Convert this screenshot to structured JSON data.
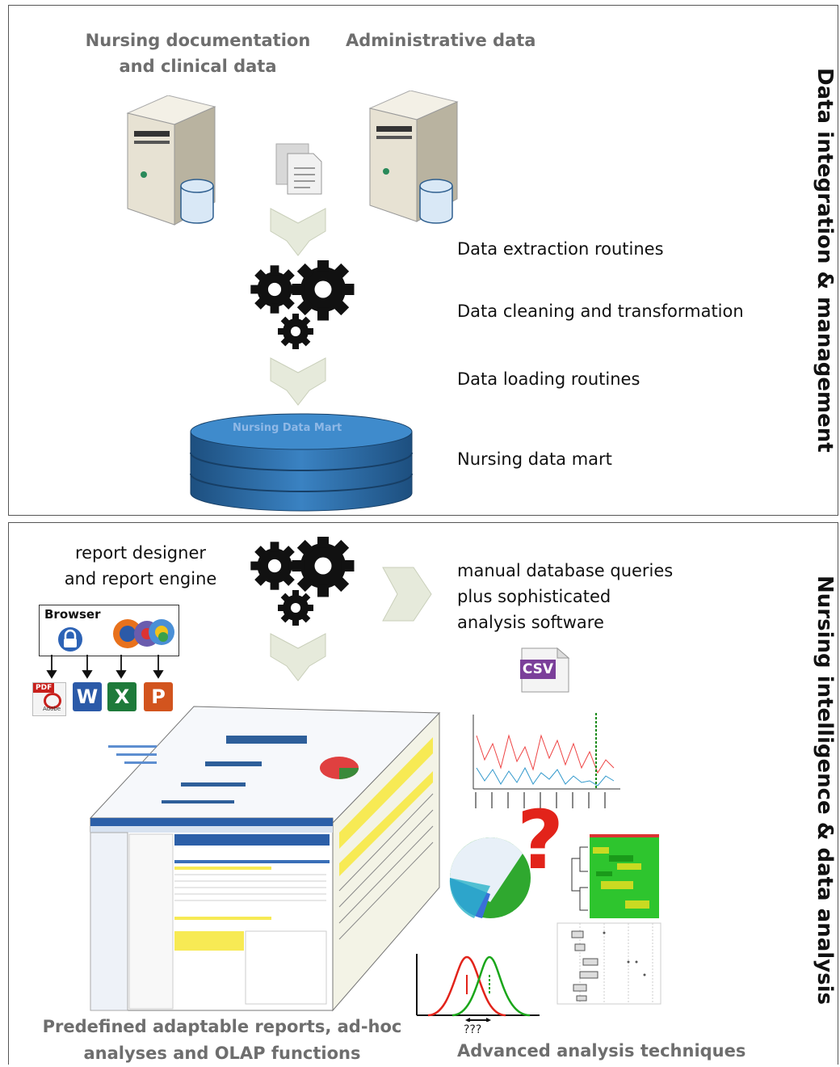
{
  "top_panel": {
    "source1_line1": "Nursing documentation",
    "source1_line2": "and clinical data",
    "source2": "Administrative data",
    "step_extraction": "Data extraction routines",
    "step_cleaning": "Data cleaning and transformation",
    "step_loading": "Data loading routines",
    "step_datamart": "Nursing data mart",
    "datamart_label": "Nursing Data Mart",
    "side_title": "Data integration & management"
  },
  "bottom_panel": {
    "report_line1": "report designer",
    "report_line2": "and report engine",
    "browser_label": "Browser",
    "manual_line1": "manual database queries",
    "manual_line2": "plus sophisticated",
    "manual_line3": "analysis software",
    "csv_label": "CSV",
    "pdf_label": "PDF",
    "pdf_sub": "Adobe",
    "word_label": "W",
    "excel_label": "X",
    "ppt_label": "P",
    "question_mark": "?",
    "unknown_label": "???",
    "predefined_line1": "Predefined adaptable reports, ad-hoc",
    "predefined_line2": "analyses and OLAP functions",
    "advanced_label": "Advanced analysis techniques",
    "side_title": "Nursing intelligence & data analysis"
  },
  "colors": {
    "arrow": "#e6eadb",
    "cylinder": "#2e6da4",
    "gear": "#111111",
    "red": "#e2231a",
    "green": "#1aa61a"
  }
}
